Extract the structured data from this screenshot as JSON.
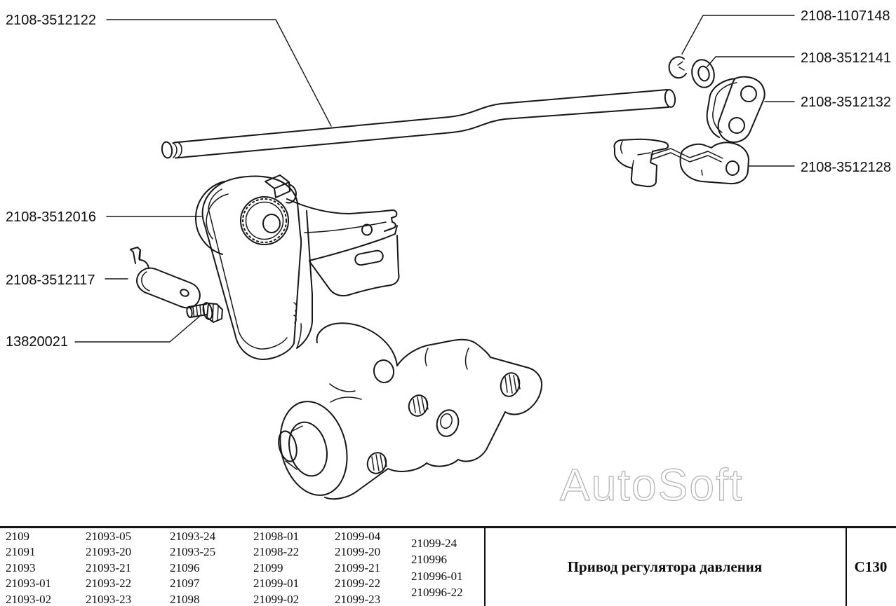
{
  "diagram": {
    "watermark_text": "AutoSoft",
    "labels": [
      {
        "text": "2108-3512122"
      },
      {
        "text": "2108-1107148"
      },
      {
        "text": "2108-3512141"
      },
      {
        "text": "2108-3512132"
      },
      {
        "text": "2108-3512128"
      },
      {
        "text": "2108-3512016"
      },
      {
        "text": "2108-3512117"
      },
      {
        "text": "13820021"
      }
    ]
  },
  "table": {
    "columns": [
      {
        "rows": [
          "2109",
          "21091",
          "21093",
          "21093-01",
          "21093-02"
        ]
      },
      {
        "rows": [
          "21093-05",
          "21093-20",
          "21093-21",
          "21093-22",
          "21093-23"
        ]
      },
      {
        "rows": [
          "21093-24",
          "21093-25",
          "21096",
          "21097",
          "21098"
        ]
      },
      {
        "rows": [
          "21098-01",
          "21098-22",
          "21099",
          "21099-01",
          "21099-02"
        ]
      },
      {
        "rows": [
          "21099-04",
          "21099-20",
          "21099-21",
          "21099-22",
          "21099-23"
        ]
      },
      {
        "rows": [
          "21099-24",
          "210996",
          "210996-01",
          "210996-22"
        ]
      }
    ],
    "title": "Привод регулятора давления",
    "sheet_code": "С130"
  },
  "colors": {
    "line": "#161616",
    "watermark_stroke": "#b4b4b4",
    "background": "#ffffff"
  }
}
